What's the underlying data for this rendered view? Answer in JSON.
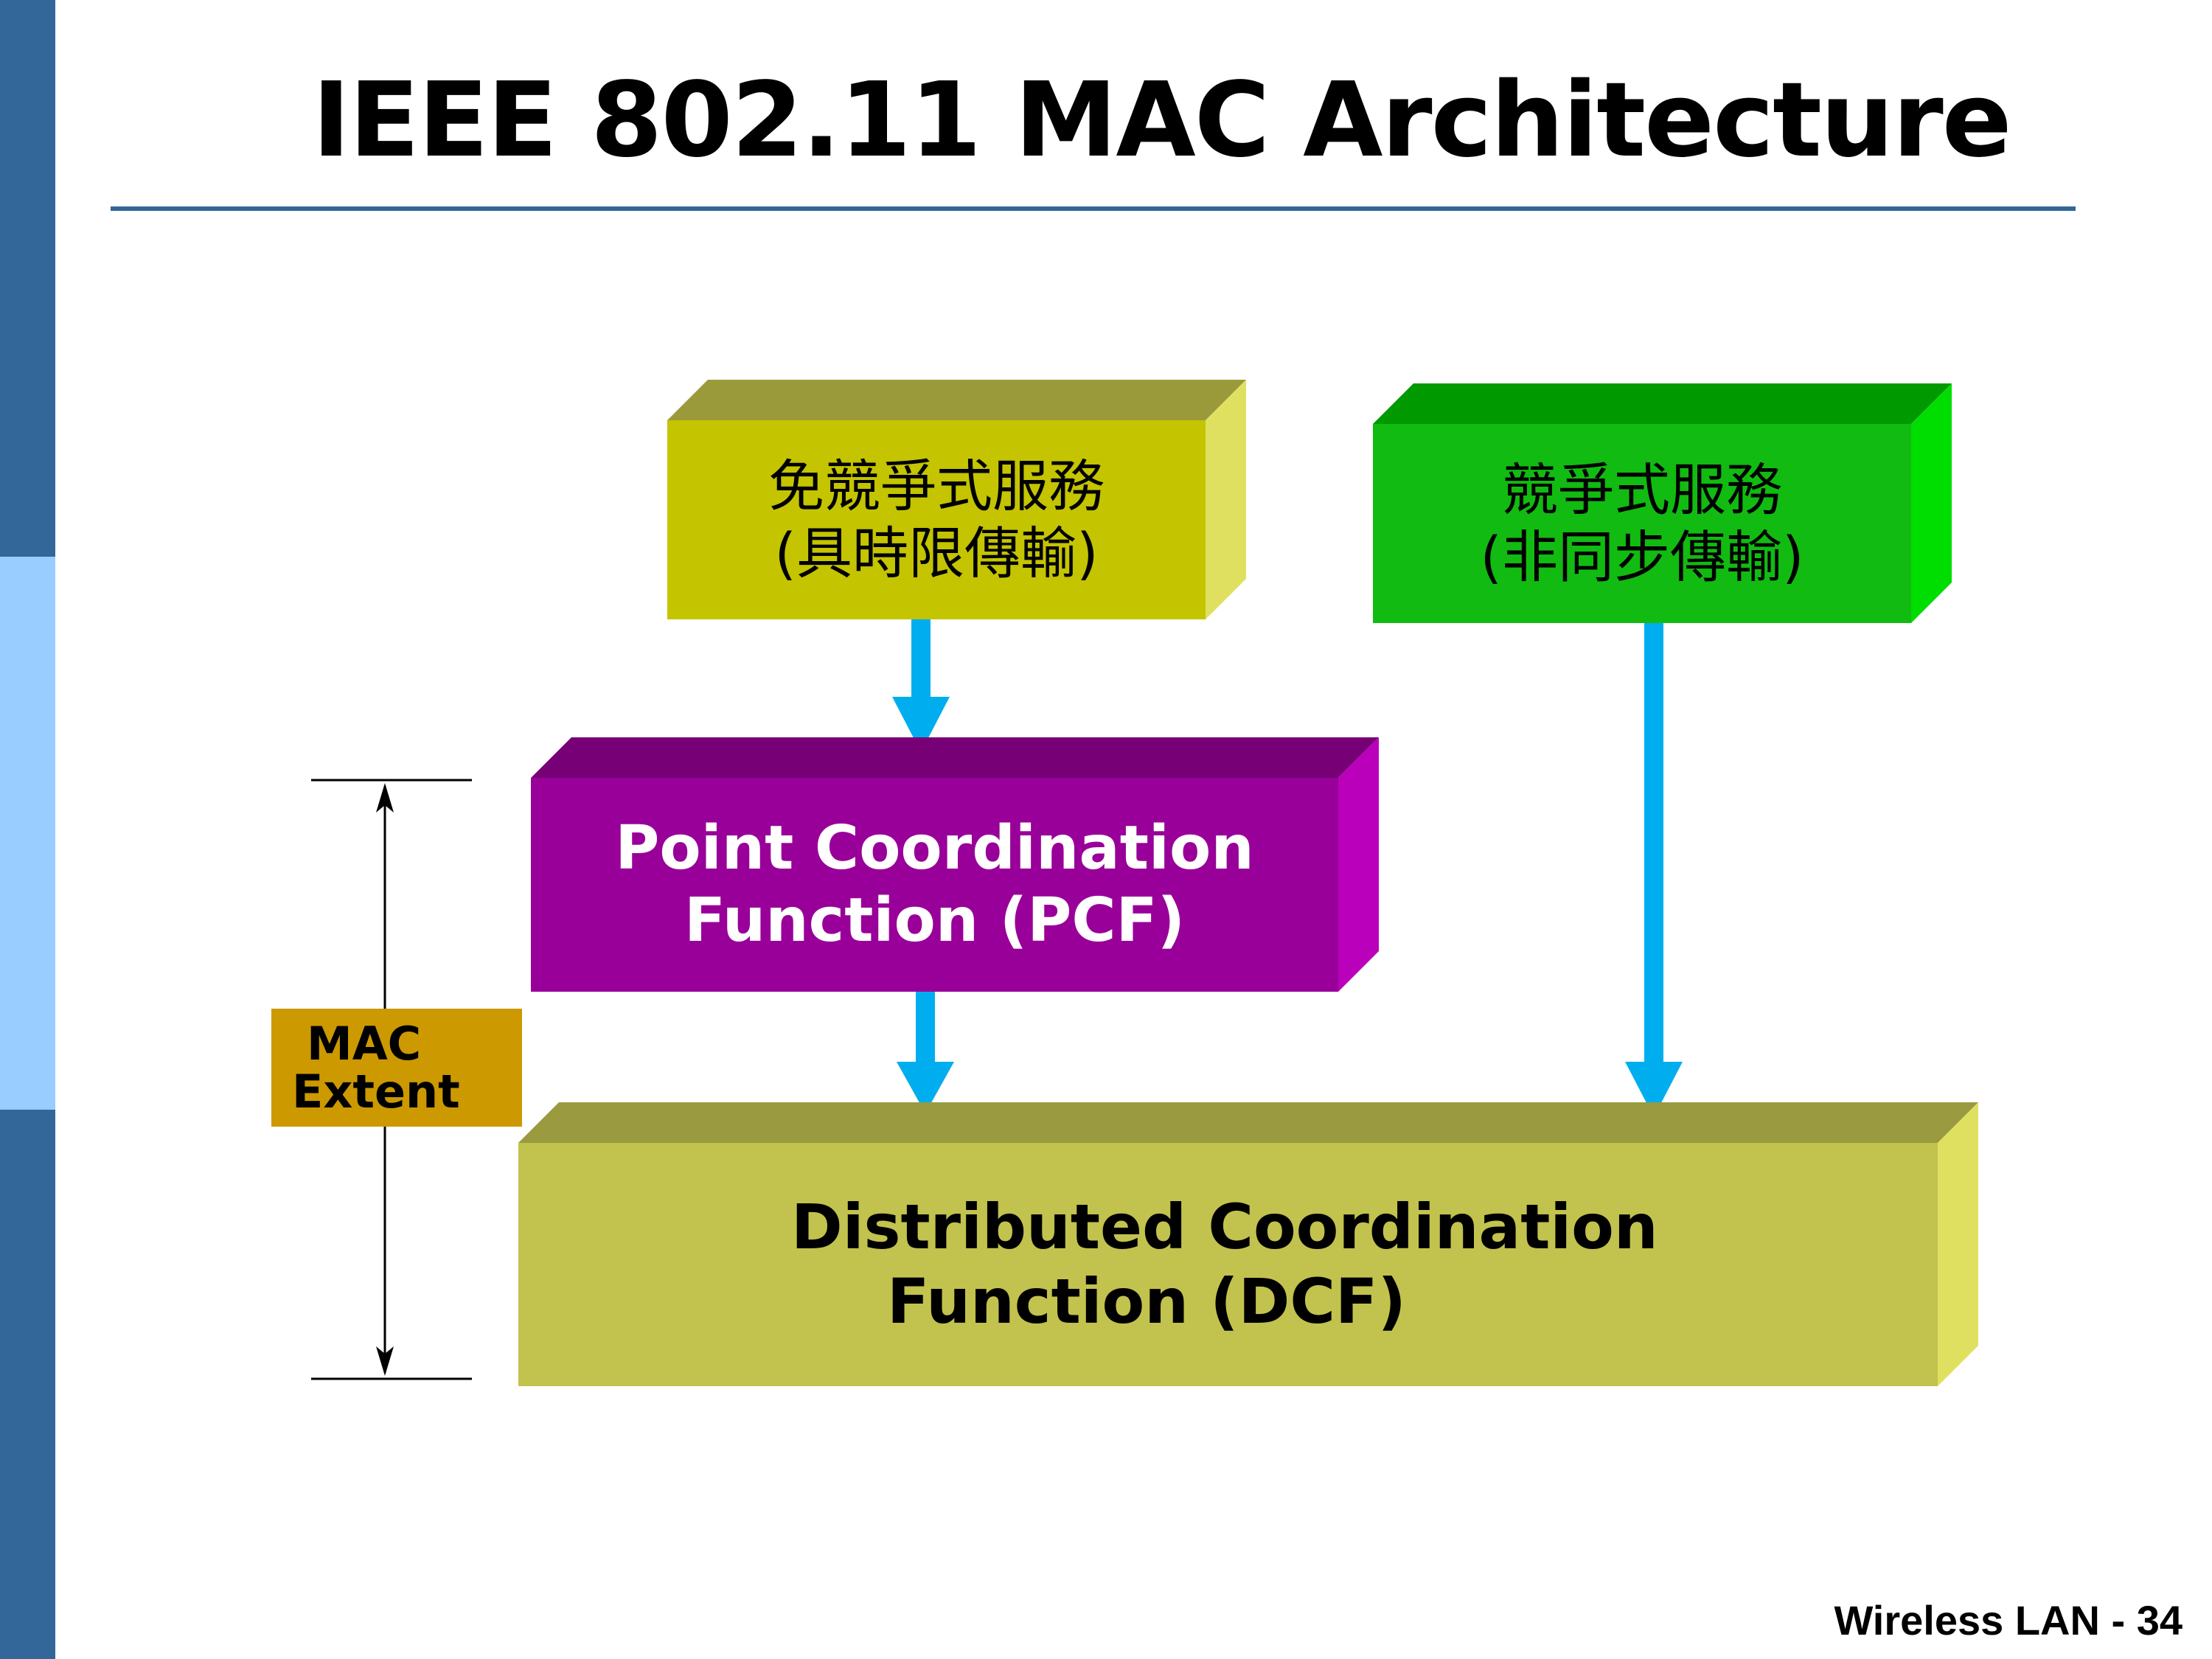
{
  "slide": {
    "title": "IEEE 802.11 MAC Architecture",
    "footer": "Wireless LAN - 34"
  },
  "diagram": {
    "contention_free_service": {
      "line1": "免競爭式服務",
      "line2": "(具時限傳輸)"
    },
    "contention_service": {
      "line1": "競爭式服務",
      "line2": "(非同步傳輸)"
    },
    "pcf": {
      "line1": "Point Coordination",
      "line2": "Function (PCF)"
    },
    "dcf": {
      "line1": "Distributed Coordination",
      "line2": "Function (DCF)"
    },
    "mac_extent": {
      "line1": "MAC",
      "line2": "Extent"
    }
  },
  "colors": {
    "side_bar_dark": "#336699",
    "side_bar_light": "#99ccff",
    "arrow": "#00aeef",
    "contention_free_box": "#c4c400",
    "contention_box": "#11bb11",
    "pcf_box": "#990099",
    "dcf_box": "#c2c24e",
    "mac_extent_box": "#cc9900"
  }
}
